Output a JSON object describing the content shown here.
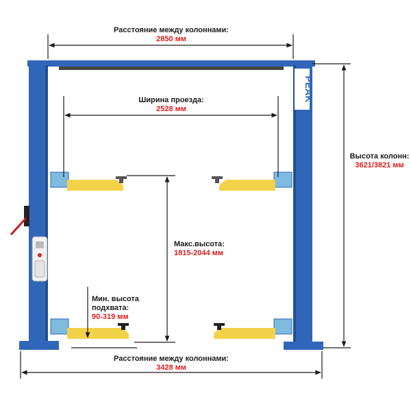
{
  "brand": "PEAK",
  "colors": {
    "column": "#2f66b8",
    "column_dark": "#1f4f96",
    "arm": "#f3d24a",
    "arm_dark": "#c9a520",
    "dimension_line": "#1a1a1a",
    "value_text": "#e01b1b"
  },
  "labels": {
    "top_distance": {
      "title": "Расстояние между колоннами:",
      "value": "2850 мм"
    },
    "drive_width": {
      "title": "Ширина проезда:",
      "value": "2528 мм"
    },
    "column_height": {
      "title": "Высота колонн:",
      "value": "3621/3821 мм"
    },
    "max_height": {
      "title": "Макс.высота:",
      "value": "1815-2044 мм"
    },
    "min_height": {
      "title_line1": "Мин. высота",
      "title_line2": "подхвата:",
      "value": "90-319 мм"
    },
    "bottom_distance": {
      "title": "Расстояние между колоннами:",
      "value": "3428 мм"
    }
  },
  "icons": [
    "release-lever-icon",
    "control-box-icon"
  ]
}
